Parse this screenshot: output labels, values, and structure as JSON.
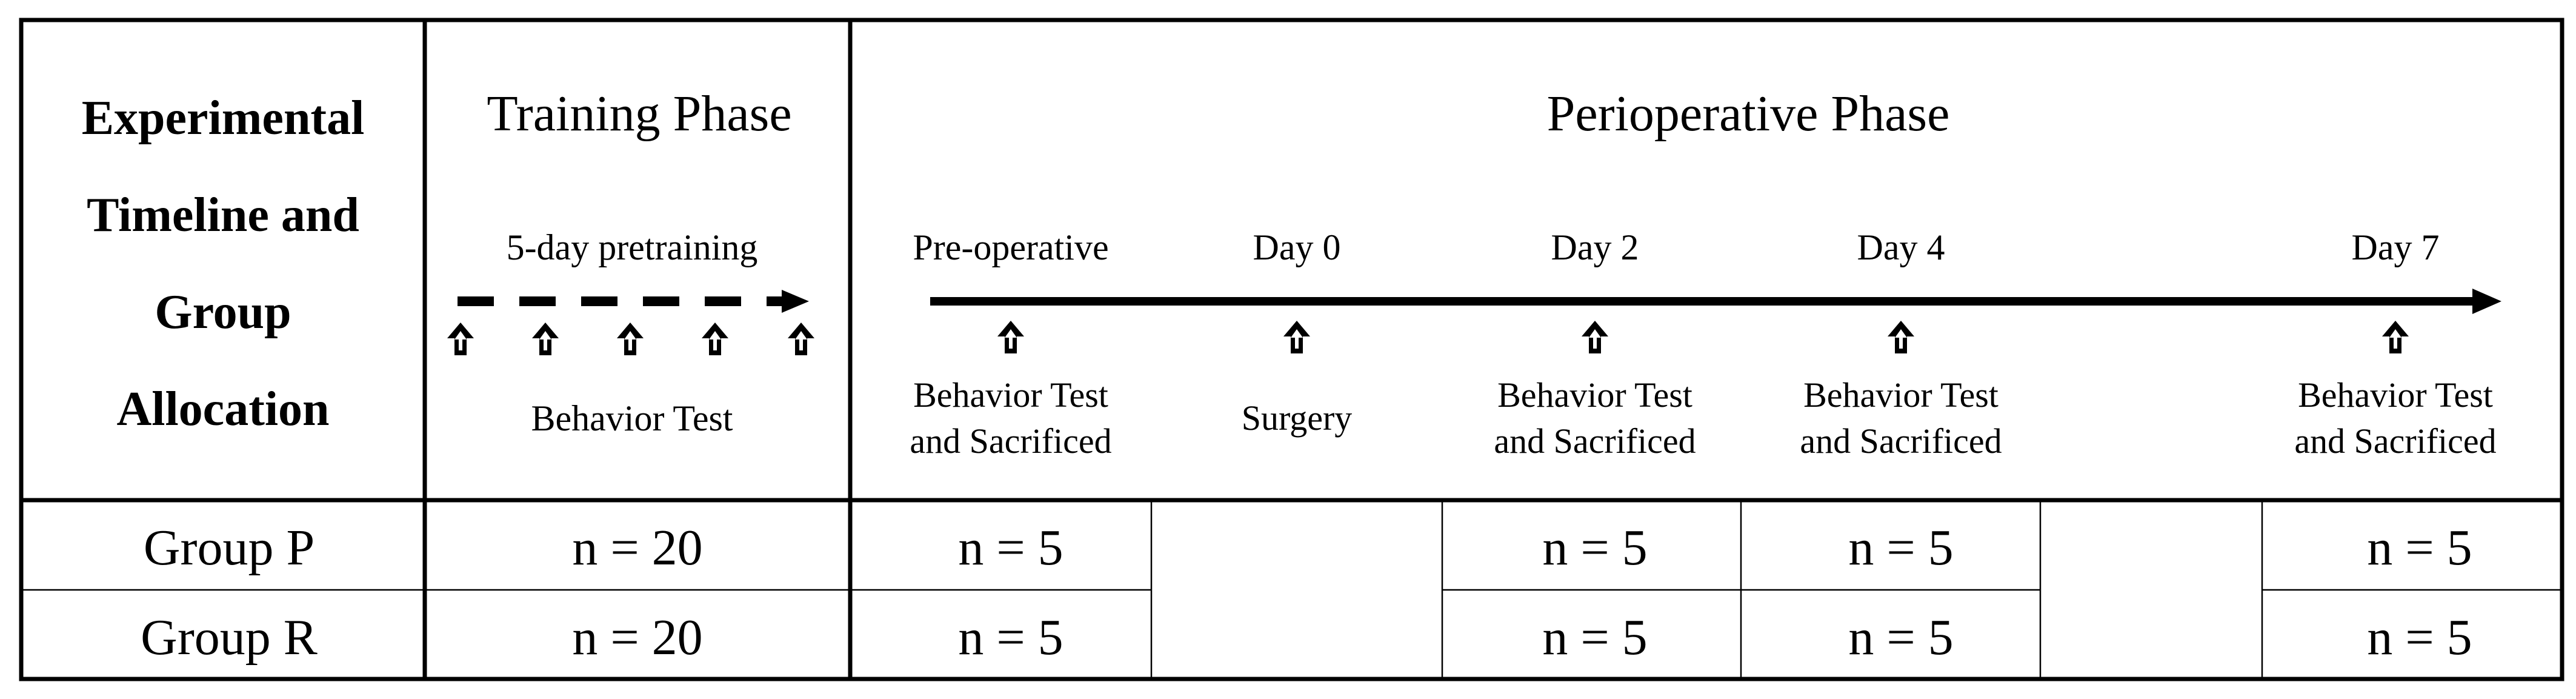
{
  "title_lines": [
    "Experimental",
    "Timeline and",
    "Group",
    "Allocation"
  ],
  "training": {
    "phase_title": "Training Phase",
    "subtitle": "5-day pretraining",
    "activity": "Behavior Test"
  },
  "periop": {
    "phase_title": "Perioperative  Phase",
    "timepoints": [
      {
        "label": "Pre-operative",
        "activity_line1": "Behavior Test",
        "activity_line2": "and Sacrificed"
      },
      {
        "label": "Day 0",
        "activity_line1": "Surgery",
        "activity_line2": ""
      },
      {
        "label": "Day 2",
        "activity_line1": "Behavior Test",
        "activity_line2": "and Sacrificed"
      },
      {
        "label": "Day 4",
        "activity_line1": "Behavior Test",
        "activity_line2": "and Sacrificed"
      },
      {
        "label": "Day 7",
        "activity_line1": "Behavior Test",
        "activity_line2": "and Sacrificed"
      }
    ]
  },
  "groups": [
    {
      "name": "Group P",
      "training": "n = 20",
      "preop": "n = 5",
      "day2": "n = 5",
      "day4": "n = 5",
      "day7": "n = 5"
    },
    {
      "name": "Group R",
      "training": "n = 20",
      "preop": "n = 5",
      "day2": "n = 5",
      "day4": "n = 5",
      "day7": "n = 5"
    }
  ],
  "icons": {
    "timeline_arrow": "right-arrow-icon",
    "marker": "up-arrow-icon"
  }
}
